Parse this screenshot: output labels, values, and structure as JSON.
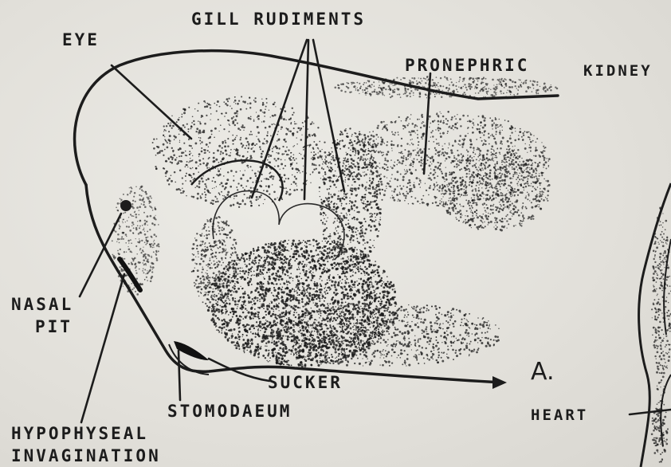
{
  "labels": {
    "gill_rudiments": "GILL RUDIMENTS",
    "eye": "EYE",
    "pronephric": "PRONEPHRIC",
    "kidney": "KIDNEY",
    "nasal": "NASAL",
    "pit": "PIT",
    "sucker": "SUCKER",
    "stomodaeum": "STOMODAEUM",
    "hypophyseal": "HYPOPHYSEAL",
    "invagination": "INVAGINATION",
    "figure_letter": "A.",
    "heart": "HEART"
  },
  "colors": {
    "background": "#e4e2dc",
    "ink": "#1c1c1c"
  }
}
